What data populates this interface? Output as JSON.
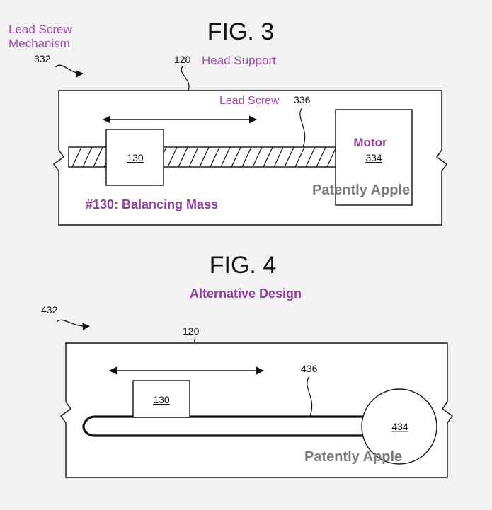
{
  "fig3": {
    "title": "FIG. 3",
    "mechanism_label_line1": "Lead Screw",
    "mechanism_label_line2": "Mechanism",
    "mechanism_ref": "332",
    "head_support_ref": "120",
    "head_support_label": "Head Support",
    "lead_screw_label": "Lead Screw",
    "lead_screw_ref": "336",
    "mass_ref": "130",
    "motor_label": "Motor",
    "motor_ref": "334",
    "mass_caption": "#130: Balancing Mass",
    "watermark": "Patently Apple"
  },
  "fig4": {
    "title": "FIG. 4",
    "subtitle": "Alternative Design",
    "mechanism_ref": "432",
    "head_support_ref": "120",
    "rod_ref": "436",
    "mass_ref": "130",
    "motor_ref": "434",
    "watermark": "Patently Apple"
  },
  "colors": {
    "background": "#f2f2f2",
    "accent_purple": "#9b4fa6",
    "watermark_gray": "#7a7a7a"
  }
}
